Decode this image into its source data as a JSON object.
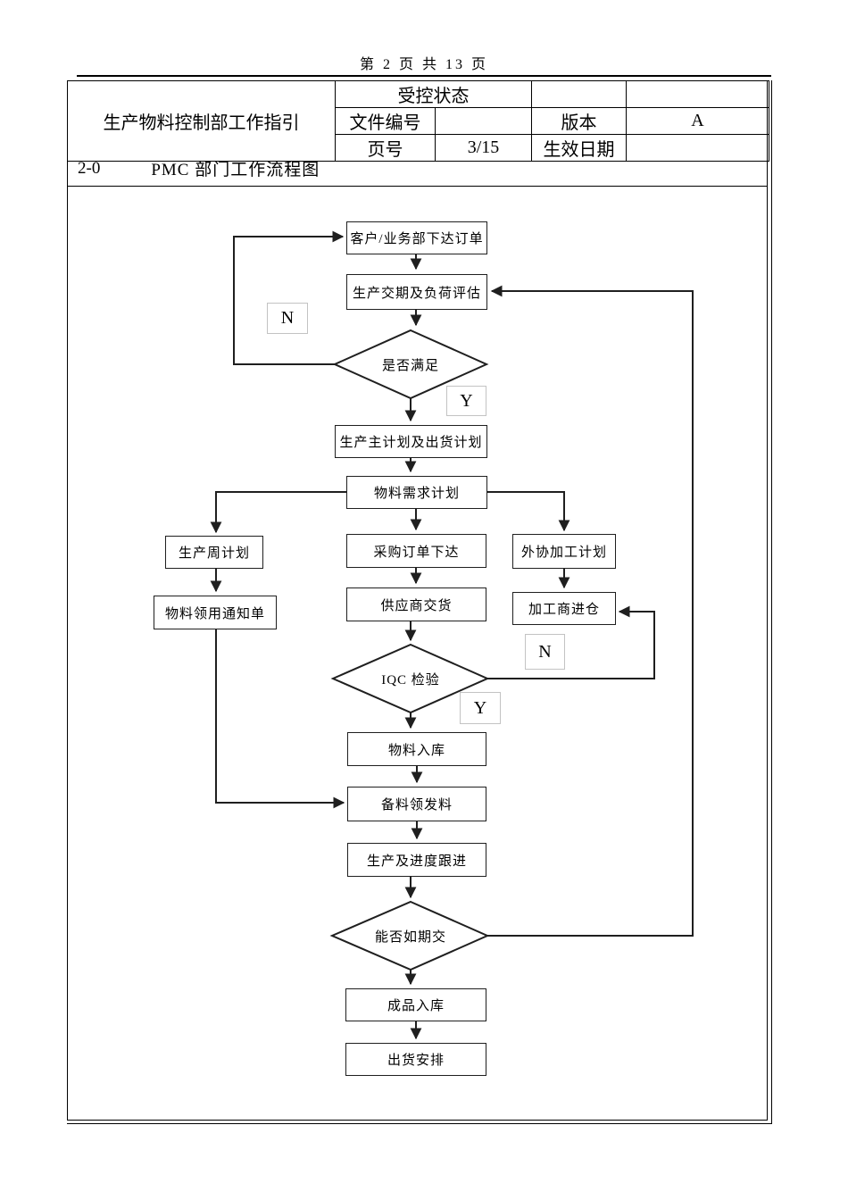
{
  "page": {
    "header": "第 2 页 共 13 页"
  },
  "info_table": {
    "title": "生产物料控制部工作指引",
    "controlled_status_label": "受控状态",
    "doc_number_label": "文件编号",
    "doc_number_value": "",
    "version_label": "版本",
    "version_value": "A",
    "page_number_label": "页号",
    "page_number_value": "3/15",
    "effective_date_label": "生效日期",
    "effective_date_value": ""
  },
  "section": {
    "number": "2-0",
    "title": "PMC 部门工作流程图"
  },
  "flowchart": {
    "nodes": {
      "order": "客户/业务部下达订单",
      "eval": "生产交期及负荷评估",
      "satisfy": "是否满足",
      "master_plan": "生产主计划及出货计划",
      "mrp": "物料需求计划",
      "weekly_plan": "生产周计划",
      "material_notice": "物料领用通知单",
      "purchase_order": "采购订单下达",
      "supplier_delivery": "供应商交货",
      "outsource_plan": "外协加工计划",
      "processor_in": "加工商进仓",
      "iqc": "IQC 检验",
      "material_storage": "物料入库",
      "material_issue": "备料领发料",
      "production_follow": "生产及进度跟进",
      "on_time": "能否如期交",
      "finished_storage": "成品入库",
      "shipping": "出货安排"
    },
    "labels": {
      "n1": "N",
      "y1": "Y",
      "n2": "N",
      "y2": "Y"
    }
  },
  "colors": {
    "line": "#1f1f1f",
    "background": "#ffffff",
    "label_box_border": "#c3c3c3"
  }
}
